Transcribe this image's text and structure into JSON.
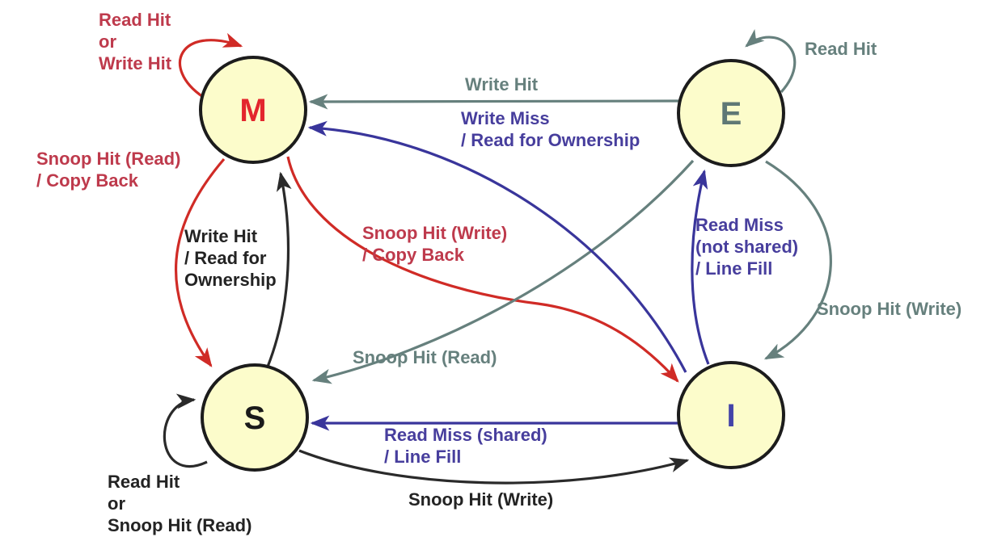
{
  "diagram_type": "state-machine",
  "subject": "MESI cache coherence protocol",
  "colors": {
    "node_fill": "#fcfccb",
    "node_border": "#1c1c1c",
    "red_arrow": "#d02b26",
    "gray_arrow": "#66807d",
    "purple_arrow": "#39359b",
    "black_arrow": "#2a2a2a",
    "red_label": "#be3a4c",
    "gray_label": "#66807d",
    "purple_label": "#473e9d",
    "black_label": "#232323",
    "m_letter": "#e3262d",
    "e_letter": "#5f7875",
    "s_letter": "#1a1a1a",
    "i_letter": "#4343a8"
  },
  "states": [
    {
      "id": "M",
      "label": "M",
      "color": "#e3262d"
    },
    {
      "id": "E",
      "label": "E",
      "color": "#5f7875"
    },
    {
      "id": "S",
      "label": "S",
      "color": "#1a1a1a"
    },
    {
      "id": "I",
      "label": "I",
      "color": "#4343a8"
    }
  ],
  "transitions": [
    {
      "from": "M",
      "to": "M",
      "color": "red",
      "label": "Read Hit\nor\nWrite Hit"
    },
    {
      "from": "M",
      "to": "S",
      "color": "red",
      "label": "Snoop Hit (Read)\n/ Copy Back"
    },
    {
      "from": "M",
      "to": "I",
      "color": "red",
      "label": "Snoop Hit (Write)\n/ Copy Back"
    },
    {
      "from": "E",
      "to": "E",
      "color": "gray",
      "label": "Read Hit"
    },
    {
      "from": "E",
      "to": "M",
      "color": "gray",
      "label": "Write Hit"
    },
    {
      "from": "E",
      "to": "S",
      "color": "gray",
      "label": "Snoop Hit (Read)"
    },
    {
      "from": "E",
      "to": "I",
      "color": "gray",
      "label": "Snoop Hit (Write)"
    },
    {
      "from": "S",
      "to": "S",
      "color": "black",
      "label": "Read Hit\nor\nSnoop Hit (Read)"
    },
    {
      "from": "S",
      "to": "M",
      "color": "black",
      "label": "Write Hit\n/ Read for\nOwnership"
    },
    {
      "from": "S",
      "to": "I",
      "color": "black",
      "label": "Snoop Hit (Write)"
    },
    {
      "from": "I",
      "to": "M",
      "color": "purple",
      "label": "Write Miss\n/ Read for Ownership"
    },
    {
      "from": "I",
      "to": "E",
      "color": "purple",
      "label": "Read Miss\n(not shared)\n/ Line Fill"
    },
    {
      "from": "I",
      "to": "S",
      "color": "purple",
      "label": "Read Miss (shared)\n/ Line Fill"
    }
  ]
}
